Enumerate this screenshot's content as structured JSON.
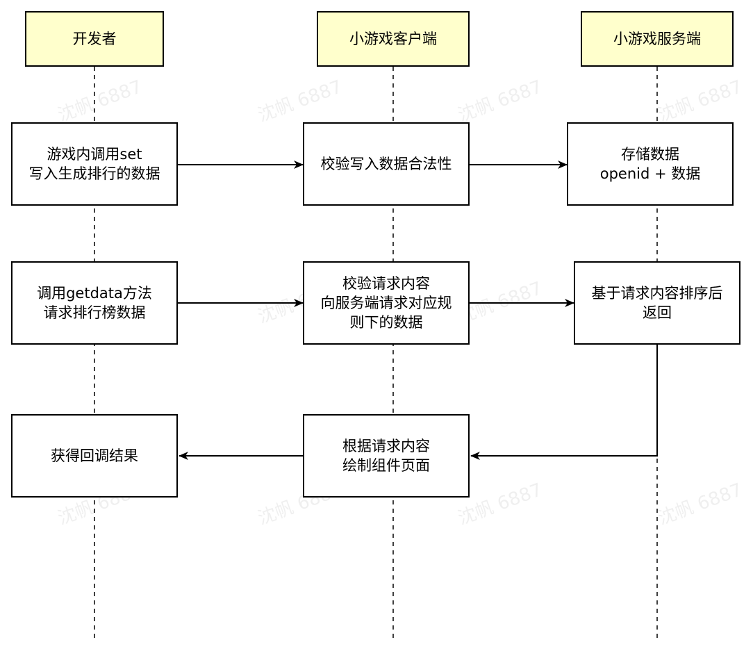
{
  "lanes": [
    {
      "title": "开发者"
    },
    {
      "title": "小游戏客户端"
    },
    {
      "title": "小游戏服务端"
    }
  ],
  "steps": {
    "dev_call_set": "游戏内调用set\n写入生成排行的数据",
    "client_validate": "校验写入数据合法性",
    "server_store": "存储数据\nopenid + 数据",
    "dev_call_getdata": "调用getdata方法\n请求排行榜数据",
    "client_request": "校验请求内容\n向服务端请求对应规\n则下的数据",
    "server_sort": "基于请求内容排序后\n返回",
    "dev_result": "获得回调结果",
    "client_render": "根据请求内容\n绘制组件页面"
  },
  "watermark": "沈帆 6887"
}
